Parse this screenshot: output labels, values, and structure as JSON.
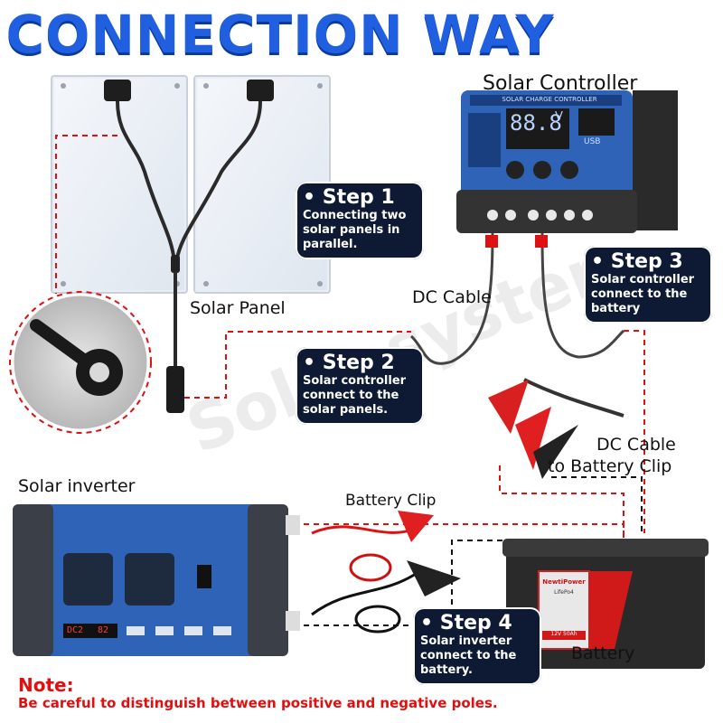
{
  "title": "CONNECTION WAY",
  "labels": {
    "solar_controller": "Solar Controller",
    "solar_panel": "Solar Panel",
    "dc_cable": "DC Cable",
    "dc_cable_battery_1": "DC Cable",
    "dc_cable_battery_2": "to Battery Clip",
    "solar_inverter": "Solar inverter",
    "battery_clip": "Battery Clip",
    "battery": "Battery"
  },
  "controller": {
    "header": "SOLAR CHARGE CONTROLLER",
    "display": "88.8",
    "unit": "V",
    "usb": "USB"
  },
  "inverter": {
    "display_left": "DC2",
    "display_right": "82"
  },
  "battery_brand": {
    "name": "NewtiPower",
    "type": "LifePo4",
    "spec": "12V 50Ah"
  },
  "steps": [
    {
      "heading": "Step 1",
      "body": "Connecting two solar panels in parallel."
    },
    {
      "heading": "Step 2",
      "body": "Solar controller connect to the solar panels."
    },
    {
      "heading": "Step 3",
      "body": "Solar controller connect to the battery"
    },
    {
      "heading": "Step 4",
      "body": "Solar inverter connect to the battery."
    }
  ],
  "note": {
    "heading": "Note:",
    "body": "Be careful to distinguish between positive and negative poles."
  },
  "watermark": "Solar system",
  "colors": {
    "title": "#1f5fe0",
    "step_bg": "#0e1a33",
    "note": "#e01010",
    "device_blue": "#2f63b8"
  }
}
